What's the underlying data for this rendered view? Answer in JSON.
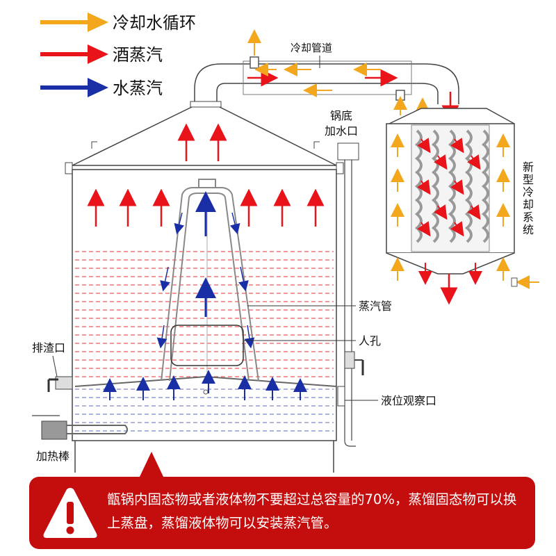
{
  "legend": [
    {
      "label": "冷却水循环",
      "color": "#f2a71d"
    },
    {
      "label": "酒蒸汽",
      "color": "#e8141a"
    },
    {
      "label": "水蒸汽",
      "color": "#1a2fa6"
    }
  ],
  "labels": {
    "cooling_pipe": "冷却管道",
    "water_inlet_line1": "锅底",
    "water_inlet_line2": "加水口",
    "new_cooling_system": "新型冷却系统",
    "steam_pipe": "蒸汽管",
    "manhole": "人孔",
    "discharge_port": "排渣口",
    "level_window": "液位观察口",
    "heating_rod": "加热棒"
  },
  "warning": {
    "icon": "exclamation-triangle-icon",
    "text": "甑锅内固态物或者液体物不要超过总容量的70%，蒸馏固态物可以换上蒸盘，蒸馏液体物可以安装蒸汽管。"
  },
  "colors": {
    "cooling": "#f2a71d",
    "alcohol_vapor": "#e8141a",
    "water_vapor": "#1a2fa6",
    "warning_bg": "#c40d0d",
    "outline": "#444444"
  }
}
